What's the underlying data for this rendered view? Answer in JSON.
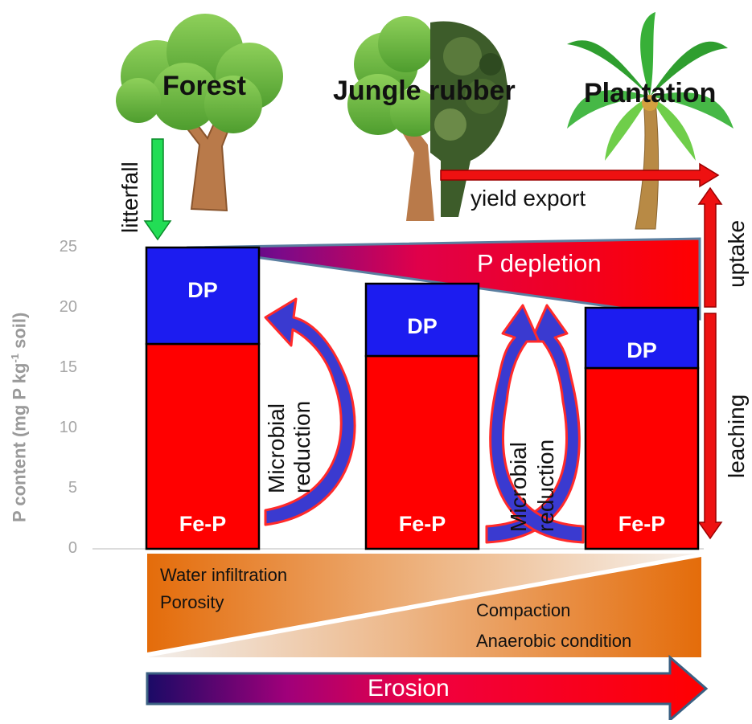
{
  "landscapes": {
    "forest": "Forest",
    "jungle_rubber": "Jungle rubber",
    "plantation": "Plantation"
  },
  "flows": {
    "litterfall": "litterfall",
    "yield_export": "yield export",
    "uptake": "uptake",
    "leaching": "leaching",
    "p_depletion": "P depletion",
    "microbial_reduction_line1": "Microbial",
    "microbial_reduction_line2": "reduction"
  },
  "soil_properties": {
    "left_line1": "Water infiltration",
    "left_line2": "Porosity",
    "right_line1": "Compaction",
    "right_line2": "Anaerobic condition"
  },
  "erosion_label": "Erosion",
  "colors": {
    "dp": "#1c1cf0",
    "fep": "#ff0000",
    "orange": "#e46c0a",
    "litterfall_arrow": "#22dd44",
    "erosion_start": "#2d0a6e",
    "erosion_end": "#ff0000"
  },
  "chart_data": {
    "type": "bar",
    "stacked": true,
    "categories": [
      "Forest",
      "Jungle rubber",
      "Plantation"
    ],
    "series": [
      {
        "name": "Fe-P",
        "values": [
          17,
          16,
          15
        ]
      },
      {
        "name": "DP",
        "values": [
          8,
          6,
          5
        ]
      }
    ],
    "ylabel_main": "P content (mg P kg",
    "ylabel_sup": "-1",
    "ylabel_tail": " soil)",
    "yticks": [
      "0",
      "5",
      "10",
      "15",
      "20",
      "25"
    ],
    "ylim": [
      0,
      25
    ]
  }
}
